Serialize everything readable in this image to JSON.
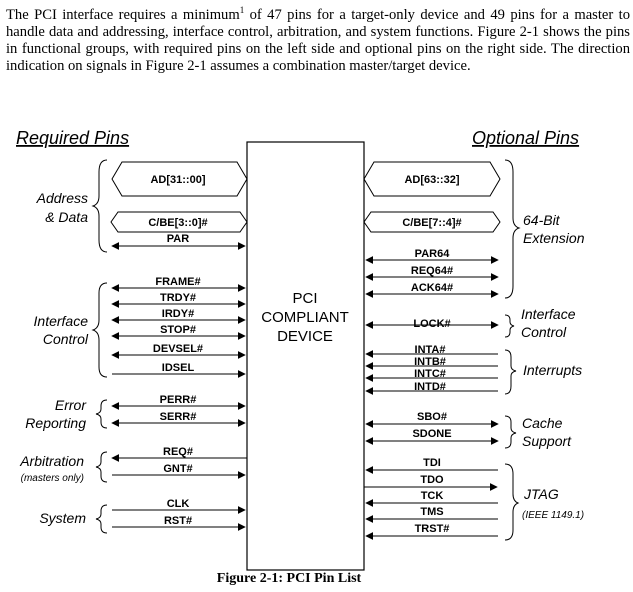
{
  "paragraph": {
    "text_a": "The PCI interface requires a minimum",
    "footnote_mark": "1",
    "text_b": " of 47 pins for a target-only device and 49 pins for a master to handle data and addressing, interface control, arbitration, and system functions.  Figure 2-1 shows the pins in functional groups, with required pins on the left side and optional pins on the right side.  The direction indication on signals in Figure  2-1 assumes a combination master/target device."
  },
  "headers": {
    "required": "Required Pins",
    "optional": "Optional Pins"
  },
  "device_label": [
    "PCI",
    "COMPLIANT",
    "DEVICE"
  ],
  "left_groups": [
    {
      "label": [
        "Address",
        "& Data"
      ],
      "signals": [
        "AD[31::00]",
        "C/BE[3::0]#",
        "PAR"
      ]
    },
    {
      "label": [
        "Interface",
        "Control"
      ],
      "signals": [
        "FRAME#",
        "TRDY#",
        "IRDY#",
        "STOP#",
        "DEVSEL#",
        "IDSEL"
      ]
    },
    {
      "label": [
        "Error",
        "Reporting"
      ],
      "signals": [
        "PERR#",
        "SERR#"
      ]
    },
    {
      "label": [
        "Arbitration"
      ],
      "sublabel": "(masters only)",
      "signals": [
        "REQ#",
        "GNT#"
      ]
    },
    {
      "label": [
        "System"
      ],
      "signals": [
        "CLK",
        "RST#"
      ]
    }
  ],
  "right_groups": [
    {
      "label": [
        "64-Bit",
        "Extension"
      ],
      "signals": [
        "AD[63::32]",
        "C/BE[7::4]#",
        "PAR64",
        "REQ64#",
        "ACK64#"
      ]
    },
    {
      "label": [
        "Interface",
        "Control"
      ],
      "signals": [
        "LOCK#"
      ]
    },
    {
      "label": [
        "Interrupts"
      ],
      "signals": [
        "INTA#",
        "INTB#",
        "INTC#",
        "INTD#"
      ]
    },
    {
      "label": [
        "Cache",
        "Support"
      ],
      "signals": [
        "SBO#",
        "SDONE"
      ]
    },
    {
      "label": [
        "JTAG"
      ],
      "sublabel": "(IEEE 1149.1)",
      "signals": [
        "TDI",
        "TDO",
        "TCK",
        "TMS",
        "TRST#"
      ]
    }
  ],
  "caption": "Figure 2-1:  PCI Pin List"
}
